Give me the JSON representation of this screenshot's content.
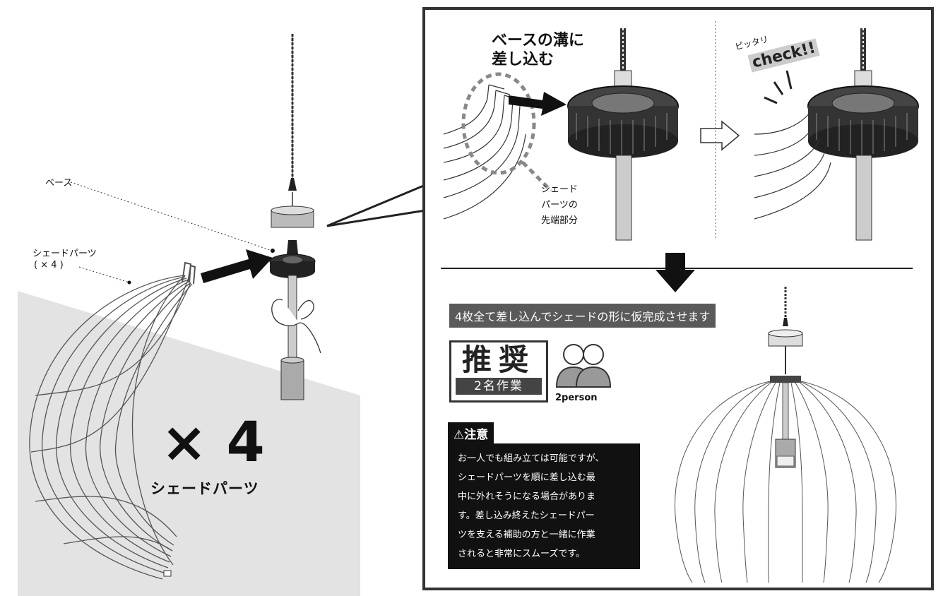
{
  "left": {
    "label_base": "ベース",
    "label_shade_parts": "シェードパーツ",
    "label_count": "( × 4 )",
    "big_multiplier": "× 4",
    "big_caption": "シェードパーツ"
  },
  "right": {
    "step_heading_line1": "ベースの溝に",
    "step_heading_line2": "差し込む",
    "tip_label_line1": "シェード",
    "tip_label_line2": "パーツの",
    "tip_label_line3": "先端部分",
    "fit_small": "ピッタリ",
    "fit_check": "check!!",
    "banner": "4枚全て差し込んでシェードの形に仮完成させます",
    "recommend_big": "推奨",
    "recommend_sub": "2名作業",
    "people_label": "2person",
    "caution_title": "⚠注意",
    "caution_lines": [
      "お一人でも組み立ては可能ですが、",
      "シェードパーツを順に差し込む最",
      "中に外れそうになる場合がありま",
      "す。差し込み終えたシェードパー",
      "ツを支える補助の方と一緒に作業",
      "されると非常にスムーズです。"
    ]
  },
  "colors": {
    "ink": "#111111",
    "panel_border": "#333333",
    "floor_gray": "#e3e3e3",
    "banner_gray": "#5a5a5a",
    "caution_black": "#111111"
  },
  "icons": {
    "arrow": "arrow-icon",
    "people": "people-icon",
    "warning": "warning-icon"
  }
}
